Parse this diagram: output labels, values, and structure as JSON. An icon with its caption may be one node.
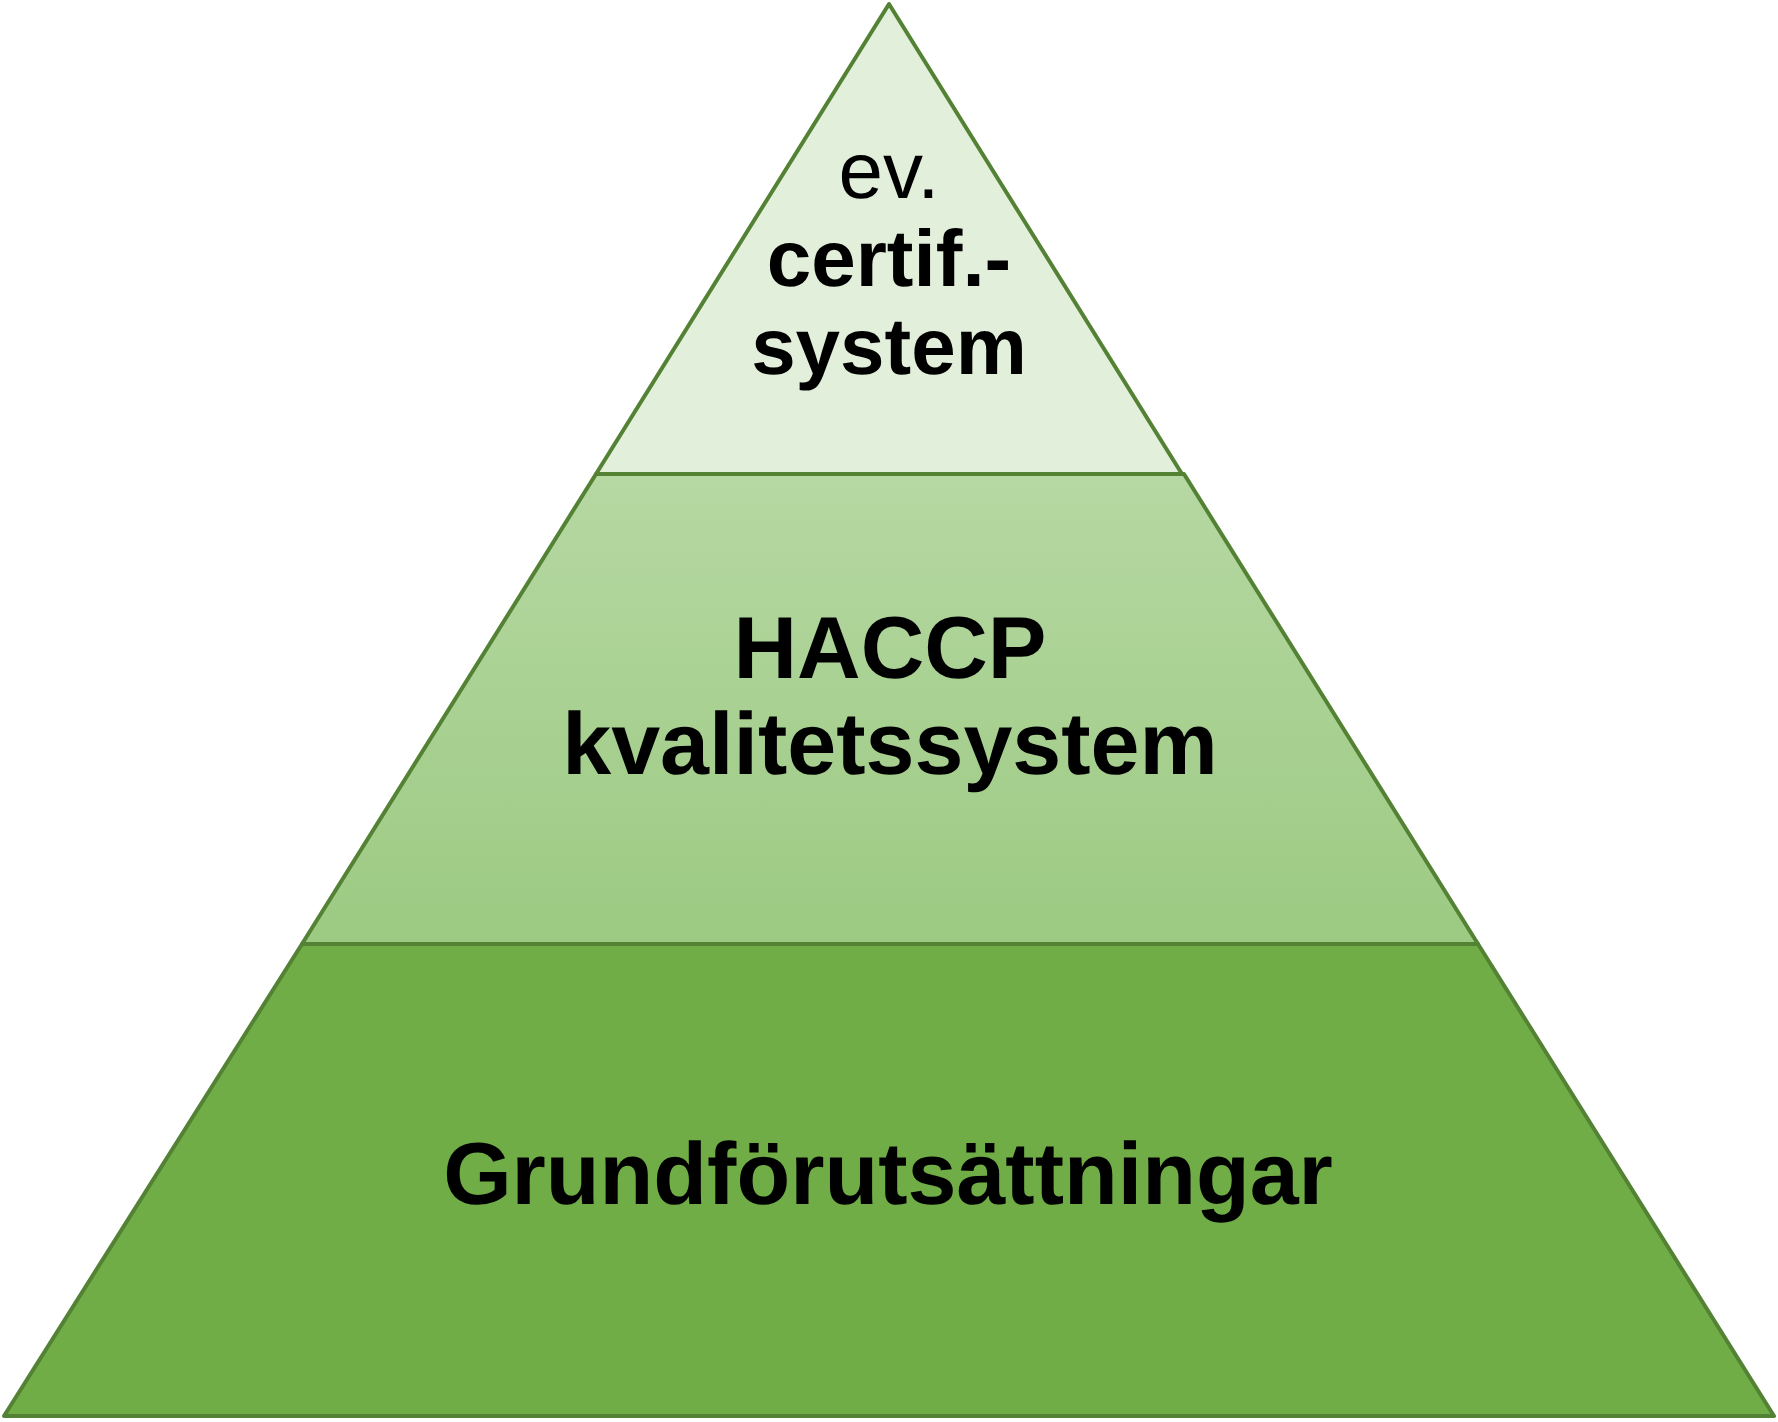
{
  "diagram": {
    "nodes": [
      {
        "text": [
          "ev. **certif.-system**"
        ]
      },
      {
        "text": [
          "HACCP kvalitetssystem"
        ]
      },
      {
        "text": [
          "Grundförutsättningar"
        ]
      }
    ]
  }
}
